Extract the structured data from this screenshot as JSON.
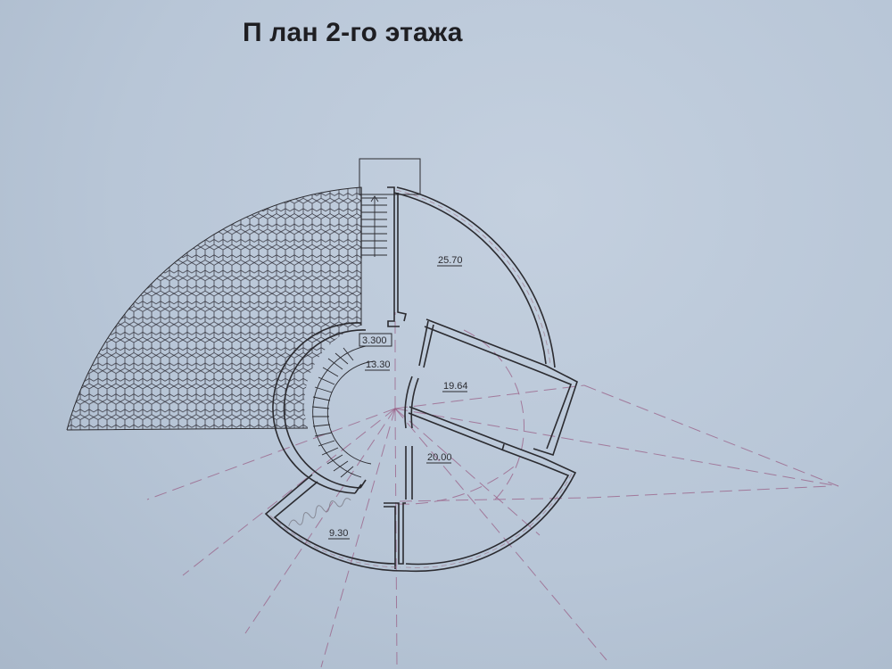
{
  "title": "П лан 2-го этажа",
  "plan": {
    "level_mark": "3.300",
    "rooms": [
      {
        "id": "room-north",
        "area": "25.70"
      },
      {
        "id": "room-east",
        "area": "19.64"
      },
      {
        "id": "room-southeast",
        "area": "20.00"
      },
      {
        "id": "stair-hall",
        "area": "13.30"
      },
      {
        "id": "room-southwest",
        "area": "9.30"
      }
    ],
    "terrace_pattern": "hexagon-tiles"
  },
  "colors": {
    "paper": "#b9c7d8",
    "ink": "#2b2b30",
    "construction_lines": "#9a5f86"
  }
}
